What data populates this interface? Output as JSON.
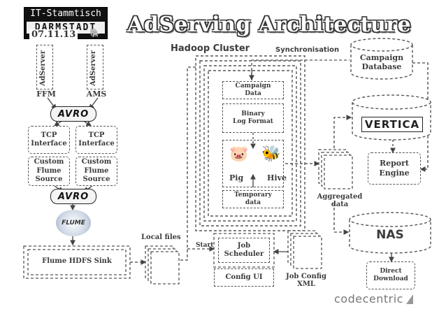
{
  "header": {
    "badge_line1": "IT-Stammtisch",
    "badge_line2": "DARMSTADT",
    "date": "07.11.13",
    "title": "AdServing Architecture"
  },
  "sources": {
    "ffm_vertical": "AdServer",
    "ams_vertical": "AdServer",
    "ffm_label": "FFM",
    "ams_label": "AMS"
  },
  "logos": {
    "avro_top": "AVRO",
    "avro_bottom": "AVRO",
    "flume": "FLUME",
    "vertica": "VERTICA",
    "codecentric": "codecentric"
  },
  "boxes": {
    "tcp_left": "TCP\nInterface",
    "tcp_right": "TCP\nInterface",
    "flume_left": "Custom\nFlume\nSource",
    "flume_right": "Custom\nFlume\nSource",
    "hdfs_sink": "Flume HDFS Sink",
    "campaign_data": "Campaign\nData",
    "binary_log": "Binary\nLog Format",
    "temporary": "Temporary\ndata",
    "job_scheduler": "Job\nScheduler",
    "config_ui": "Config UI",
    "report_engine": "Report\nEngine",
    "direct_download": "Direct\nDownload"
  },
  "labels": {
    "hadoop_cluster": "Hadoop Cluster",
    "synchronisation": "Synchronisation",
    "campaign_database": "Campaign\nDatabase",
    "pig": "Pig",
    "hive": "Hive",
    "aggregated": "Aggregated\ndata",
    "local_files": "Local files",
    "start": "Start",
    "job_config": "Job Config\nXML",
    "nas": "NAS"
  }
}
